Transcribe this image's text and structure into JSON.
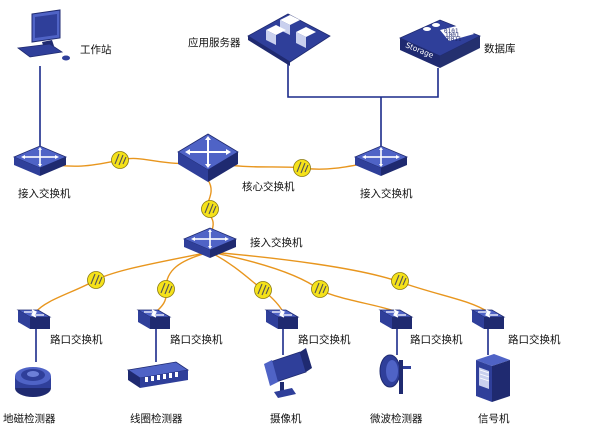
{
  "labels": {
    "workstation": "工作站",
    "app_server": "应用服务器",
    "database": "数据库",
    "access_switch_left": "接入交换机",
    "core_switch": "核心交换机",
    "access_switch_right": "接入交换机",
    "access_switch_mid": "接入交换机",
    "port_switch_1": "路口交换机",
    "port_switch_2": "路口交换机",
    "port_switch_3": "路口交换机",
    "port_switch_4": "路口交换机",
    "port_switch_5": "路口交换机",
    "device_1": "地磁检测器",
    "device_2": "线圈检测器",
    "device_3": "摄像机",
    "device_4": "微波检测器",
    "device_5": "信号机",
    "storage_text": "Storage",
    "storage_bits": [
      "0101",
      "1001",
      "0011"
    ]
  },
  "colors": {
    "device_blue": "#2f3f9a",
    "device_top": "#4f63c6",
    "device_side": "#1f2a70",
    "fiber": "#e8961e",
    "wire": "#1a2a8a",
    "node_yellow": "#f5e21a"
  },
  "icons": [
    "computer-icon",
    "server-icon",
    "storage-icon",
    "switch-icon",
    "router-icon",
    "optical-node-icon",
    "sensor-disk-icon",
    "loop-detector-icon",
    "camera-icon",
    "microwave-icon",
    "signal-cabinet-icon"
  ]
}
